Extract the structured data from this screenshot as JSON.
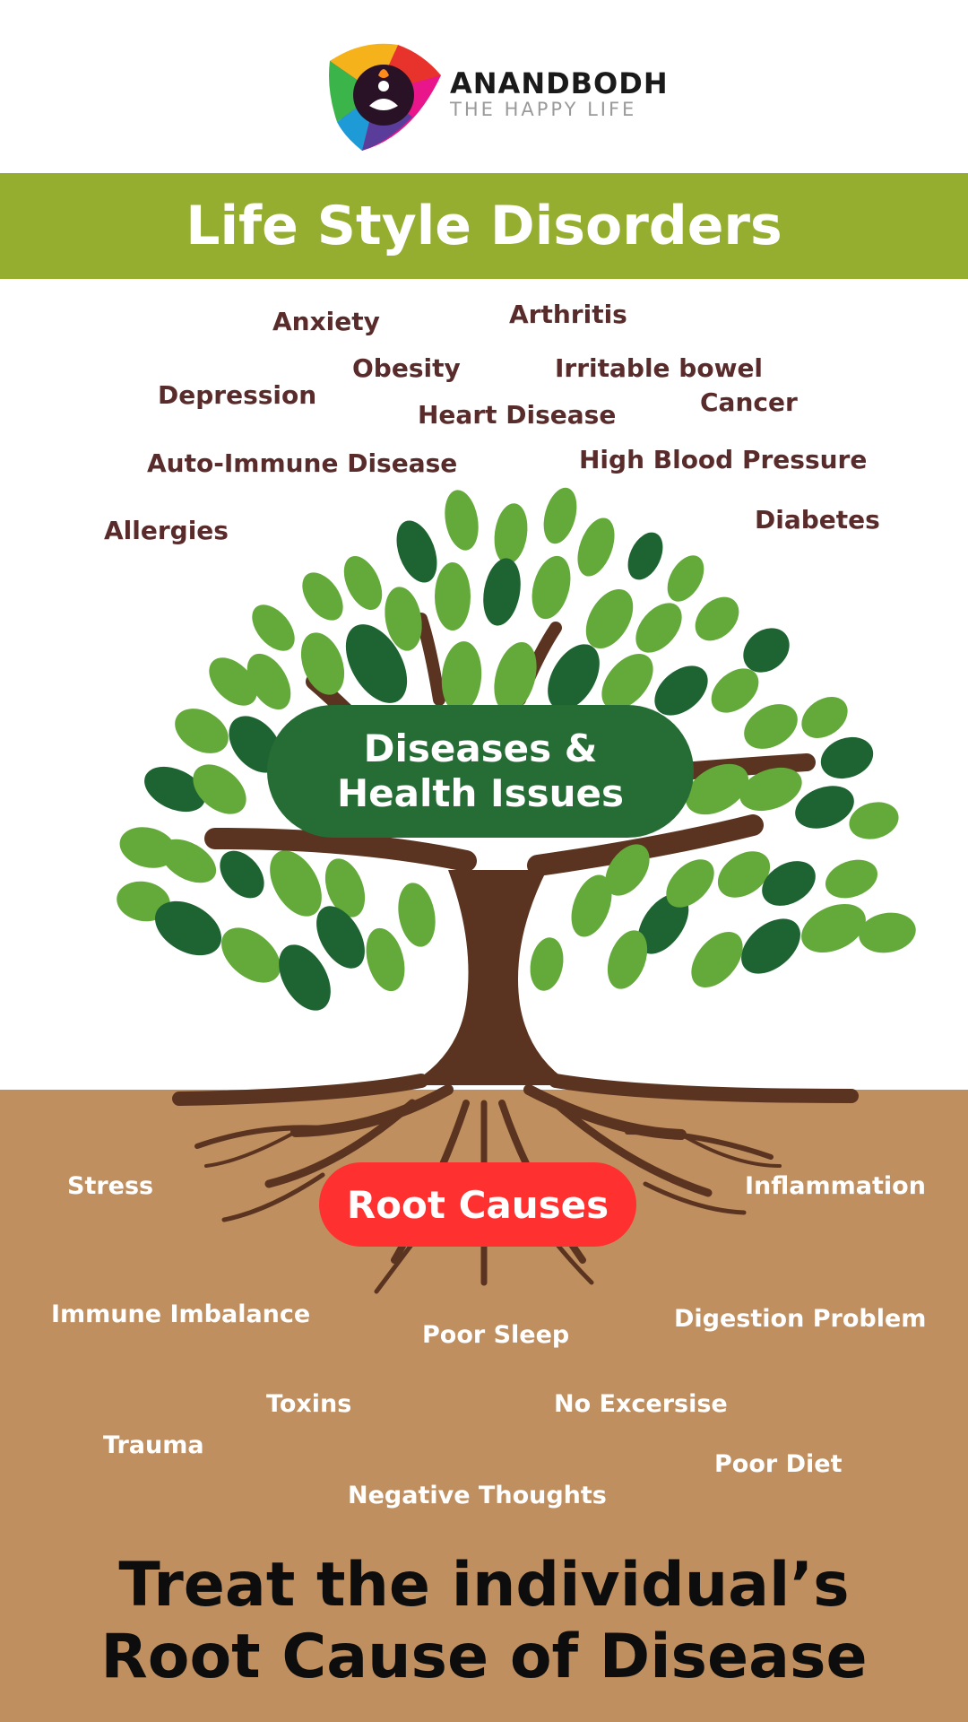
{
  "header": {
    "brand_name": "ANANDBODH",
    "brand_tagline": "THE HAPPY LIFE",
    "logo_icon": "meditation-eye-logo-icon"
  },
  "banner": {
    "title": "Life Style Disorders"
  },
  "diseases": {
    "anxiety": "Anxiety",
    "arthritis": "Arthritis",
    "obesity": "Obesity",
    "irritable_bowel": "Irritable bowel",
    "depression": "Depression",
    "heart_disease": "Heart Disease",
    "cancer": "Cancer",
    "auto_immune": "Auto-Immune Disease",
    "high_bp": "High Blood Pressure",
    "allergies": "Allergies",
    "diabetes": "Diabetes"
  },
  "tree": {
    "canopy_label": "Diseases &\nHealth Issues",
    "root_label": "Root Causes"
  },
  "causes": {
    "stress": "Stress",
    "inflammation": "Inflammation",
    "immune_imbalance": "Immune Imbalance",
    "poor_sleep": "Poor Sleep",
    "digestion_problem": "Digestion Problem",
    "toxins": "Toxins",
    "no_exercise": "No Excersise",
    "trauma": "Trauma",
    "poor_diet": "Poor Diet",
    "negative_thoughts": "Negative Thoughts"
  },
  "footer": {
    "tagline": "Treat the individual’s\nRoot Cause of Disease"
  },
  "colors": {
    "banner": "#95ae2f",
    "soil": "#bf8f60",
    "trunk": "#5a3420",
    "leaf_light": "#63aa3a",
    "leaf_dark": "#1e6432",
    "disease_pill": "#266d35",
    "root_pill": "#ff3030",
    "disease_text": "#5a2b2b"
  }
}
